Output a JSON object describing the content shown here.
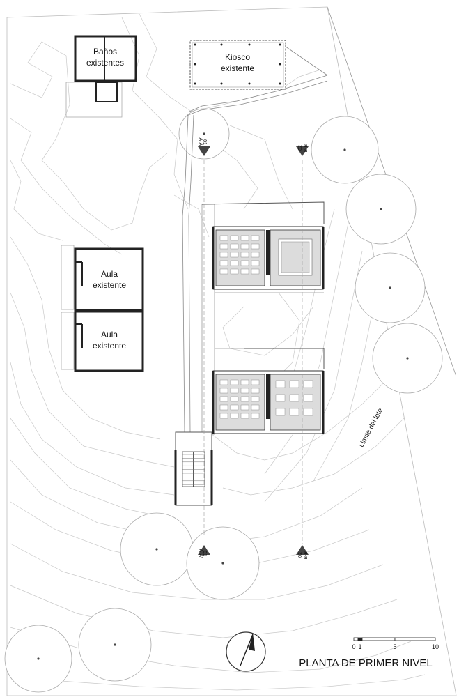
{
  "plan": {
    "title": "PLANTA DE PRIMER NIVEL",
    "labels": {
      "banos_line1": "Baños",
      "banos_line2": "existentes",
      "kiosco_line1": "Kiosco",
      "kiosco_line2": "existente",
      "aula1_line1": "Aula",
      "aula1_line2": "existente",
      "aula2_line1": "Aula",
      "aula2_line2": "existente",
      "lote": "Limite del lote"
    },
    "sections": {
      "a_num": "01",
      "a_name": "A-A'",
      "b_num": "02",
      "b_name": "B-B'"
    },
    "scale": {
      "t0": "0",
      "t1": "1",
      "t5": "5",
      "t10": "10"
    },
    "colors": {
      "wall": "#222222",
      "room_fill": "#dcdcdc",
      "contour": "#c9c9c9"
    }
  }
}
